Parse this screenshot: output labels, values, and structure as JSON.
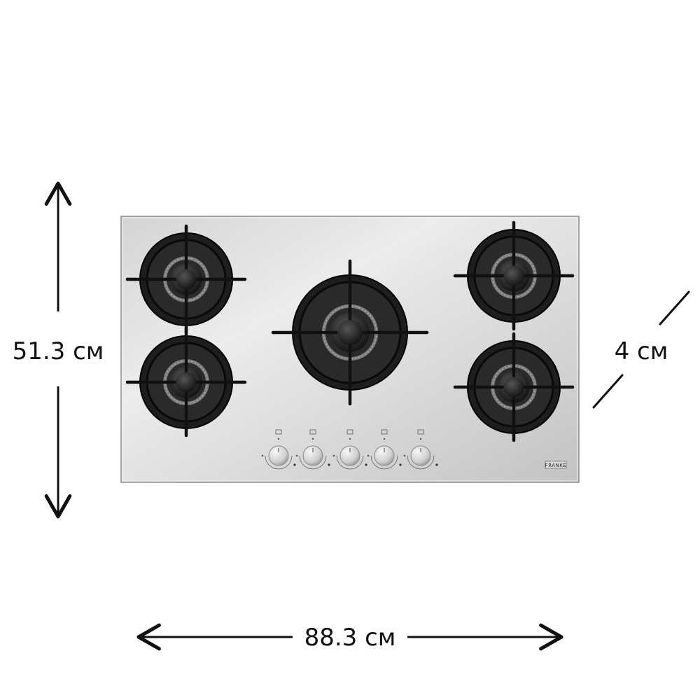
{
  "dimensions": {
    "height_label": "51.3 см",
    "width_label": "88.3 см",
    "depth_label": "4 см"
  },
  "product": {
    "brand": "FRANKE",
    "burner_count": 5,
    "knob_count": 5
  },
  "colors": {
    "steel_light": "#e6e6e6",
    "steel_mid": "#c9c9c9",
    "steel_dark": "#a9a9a9",
    "cast_iron": "#1e1e1e",
    "burner_ring": "#7d7d7d",
    "arrow": "#111111"
  }
}
